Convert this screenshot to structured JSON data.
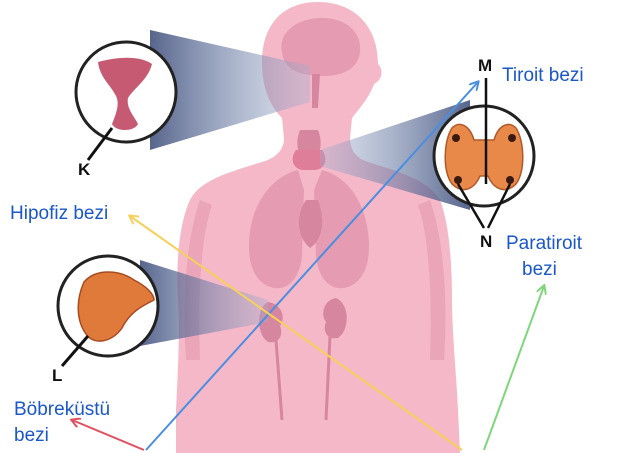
{
  "labels": {
    "hipofiz": "Hipofiz bezi",
    "tiroit": "Tiroit bezi",
    "paratiroit_1": "Paratiroit",
    "paratiroit_2": "bezi",
    "bobrekustu_1": "Böbreküstü",
    "bobrekustu_2": "bezi"
  },
  "letters": {
    "k": "K",
    "l": "L",
    "m": "M",
    "n": "N"
  },
  "colors": {
    "body": "#f4b8c8",
    "organ": "#e59bb1",
    "organ_dark": "#d7869f",
    "gland": "#e87f4a",
    "label_text": "#1a57c7",
    "arrow_blue": "#4a8ee0",
    "arrow_yellow": "#f5d05a",
    "arrow_green": "#7fd67a",
    "arrow_red": "#e05060"
  }
}
